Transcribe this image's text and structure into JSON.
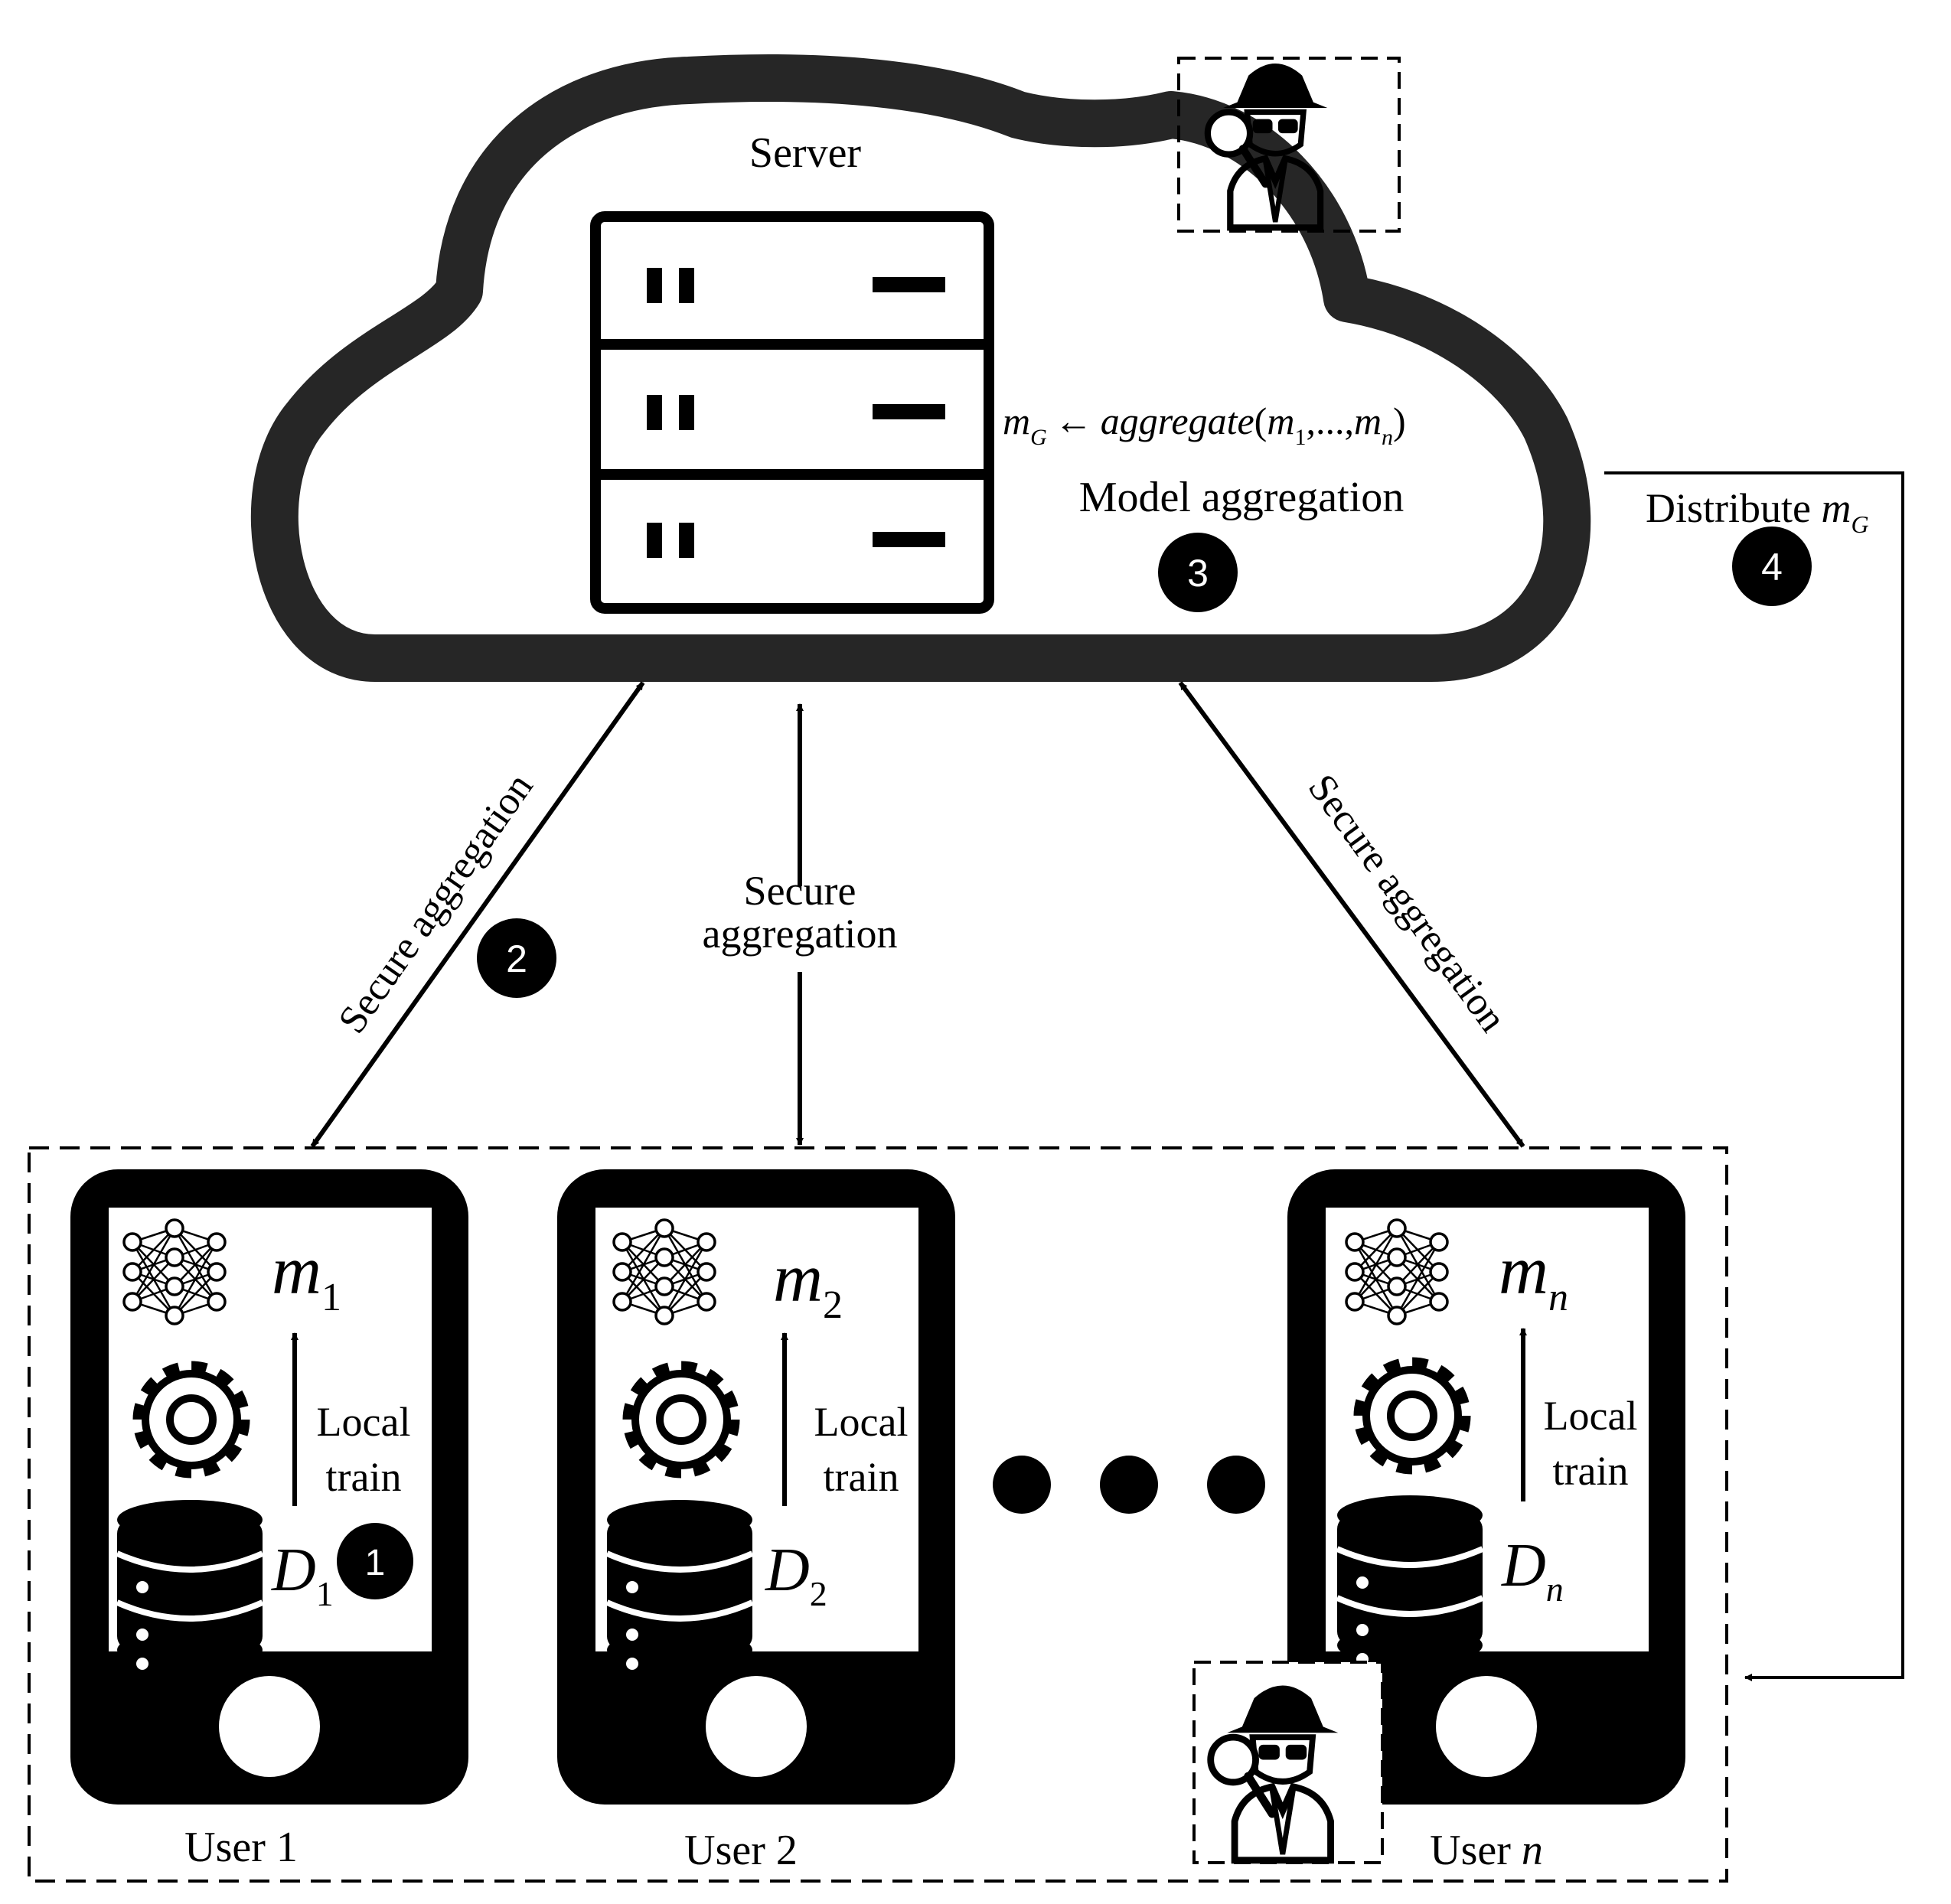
{
  "server": {
    "title": "Server"
  },
  "aggregation": {
    "formula_lhs_var": "m",
    "formula_lhs_sub": "G",
    "formula_arrow": "←",
    "formula_func": "aggregate",
    "formula_open": "(",
    "formula_arg1": "m",
    "formula_arg1_sub": "1",
    "formula_sep": ",...,",
    "formula_argn": "m",
    "formula_argn_sub": "n",
    "formula_close": ")",
    "label": "Model aggregation"
  },
  "distribute": {
    "label": "Distribute ",
    "var": "m",
    "sub": "G"
  },
  "secure_aggregation": {
    "left": "Secure aggregation",
    "center_line1": "Secure",
    "center_line2": "aggregation",
    "right": "Secure aggregation"
  },
  "steps": [
    "1",
    "2",
    "3",
    "4"
  ],
  "users": [
    {
      "label": "User 1",
      "model_var": "m",
      "model_sub": "1",
      "data_var": "D",
      "data_sub": "1",
      "train_line1": "Local",
      "train_line2": "train"
    },
    {
      "label": "User 2",
      "model_var": "m",
      "model_sub": "2",
      "data_var": "D",
      "data_sub": "2",
      "train_line1": "Local",
      "train_line2": "train"
    },
    {
      "label_prefix": "User ",
      "label_var": "n",
      "model_var": "m",
      "model_sub": "n",
      "data_var": "D",
      "data_sub": "n",
      "train_line1": "Local",
      "train_line2": "train"
    }
  ],
  "icons": {
    "server": "server-rack-icon",
    "attacker": "spy-attacker-icon",
    "network": "neural-network-icon",
    "gear": "gear-icon",
    "database": "database-icon",
    "phone": "smartphone-icon"
  },
  "colors": {
    "ink": "#000000",
    "paper": "#ffffff",
    "cloud": "#262626"
  }
}
